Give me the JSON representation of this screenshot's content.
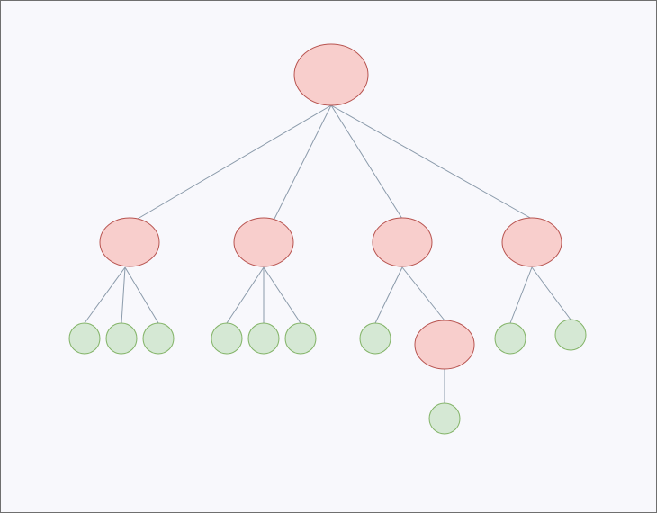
{
  "diagram": {
    "type": "tree",
    "colors": {
      "background": "#f8f8fc",
      "border": "#6f6f6f",
      "edge": "#8a9aaa",
      "internal_fill": "#f8cecc",
      "internal_stroke": "#b85450",
      "leaf_fill": "#d5e8d4",
      "leaf_stroke": "#82b366"
    },
    "nodes": [
      {
        "id": "root",
        "kind": "internal"
      },
      {
        "id": "a",
        "kind": "internal",
        "parent": "root"
      },
      {
        "id": "b",
        "kind": "internal",
        "parent": "root"
      },
      {
        "id": "c",
        "kind": "internal",
        "parent": "root"
      },
      {
        "id": "d",
        "kind": "internal",
        "parent": "root"
      },
      {
        "id": "a1",
        "kind": "leaf",
        "parent": "a"
      },
      {
        "id": "a2",
        "kind": "leaf",
        "parent": "a"
      },
      {
        "id": "a3",
        "kind": "leaf",
        "parent": "a"
      },
      {
        "id": "b1",
        "kind": "leaf",
        "parent": "b"
      },
      {
        "id": "b2",
        "kind": "leaf",
        "parent": "b"
      },
      {
        "id": "b3",
        "kind": "leaf",
        "parent": "b"
      },
      {
        "id": "c1",
        "kind": "leaf",
        "parent": "c"
      },
      {
        "id": "c2",
        "kind": "internal",
        "parent": "c"
      },
      {
        "id": "c2a",
        "kind": "leaf",
        "parent": "c2"
      },
      {
        "id": "d1",
        "kind": "leaf",
        "parent": "d"
      },
      {
        "id": "d2",
        "kind": "leaf",
        "parent": "d"
      }
    ]
  }
}
